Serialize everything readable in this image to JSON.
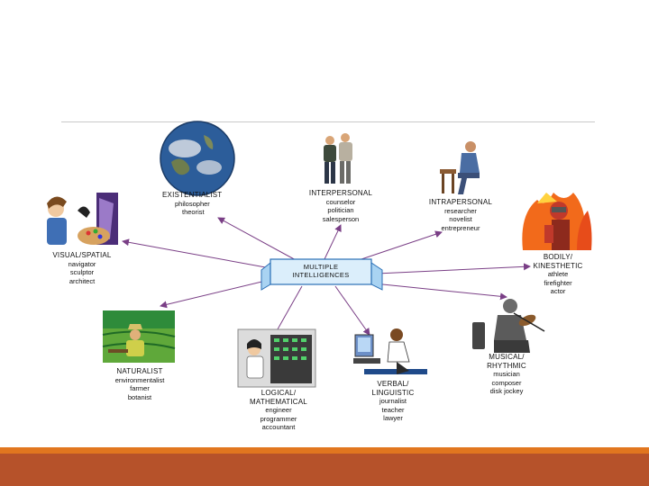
{
  "center": {
    "line1": "MULTIPLE",
    "line2": "INTELLIGENCES"
  },
  "nodes": {
    "existentialist": {
      "title": "EXISTENTIALIST",
      "roles": [
        "philosopher",
        "theorist"
      ]
    },
    "interpersonal": {
      "title": "INTERPERSONAL",
      "roles": [
        "counselor",
        "politician",
        "salesperson"
      ]
    },
    "intrapersonal": {
      "title": "INTRAPERSONAL",
      "roles": [
        "researcher",
        "novelist",
        "entrepreneur"
      ]
    },
    "visual_spatial": {
      "title": "VISUAL/SPATIAL",
      "roles": [
        "navigator",
        "sculptor",
        "architect"
      ]
    },
    "bodily": {
      "title_line1": "BODILY/",
      "title_line2": "KINESTHETIC",
      "roles": [
        "athlete",
        "firefighter",
        "actor"
      ]
    },
    "naturalist": {
      "title": "NATURALIST",
      "roles": [
        "environmentalist",
        "farmer",
        "botanist"
      ]
    },
    "logical": {
      "title_line1": "LOGICAL/",
      "title_line2": "MATHEMATICAL",
      "roles": [
        "engineer",
        "programmer",
        "accountant"
      ]
    },
    "verbal": {
      "title_line1": "VERBAL/",
      "title_line2": "LINGUISTIC",
      "roles": [
        "journalist",
        "teacher",
        "lawyer"
      ]
    },
    "musical": {
      "title_line1": "MUSICAL/",
      "title_line2": "RHYTHMIC",
      "roles": [
        "musician",
        "composer",
        "disk jockey"
      ]
    }
  },
  "colors": {
    "arrow": "#7a3f86",
    "banner_fill": "#dbeefb",
    "banner_stroke": "#2a6fb6",
    "footer": "#b6522a",
    "footer_accent": "#e1761f"
  }
}
